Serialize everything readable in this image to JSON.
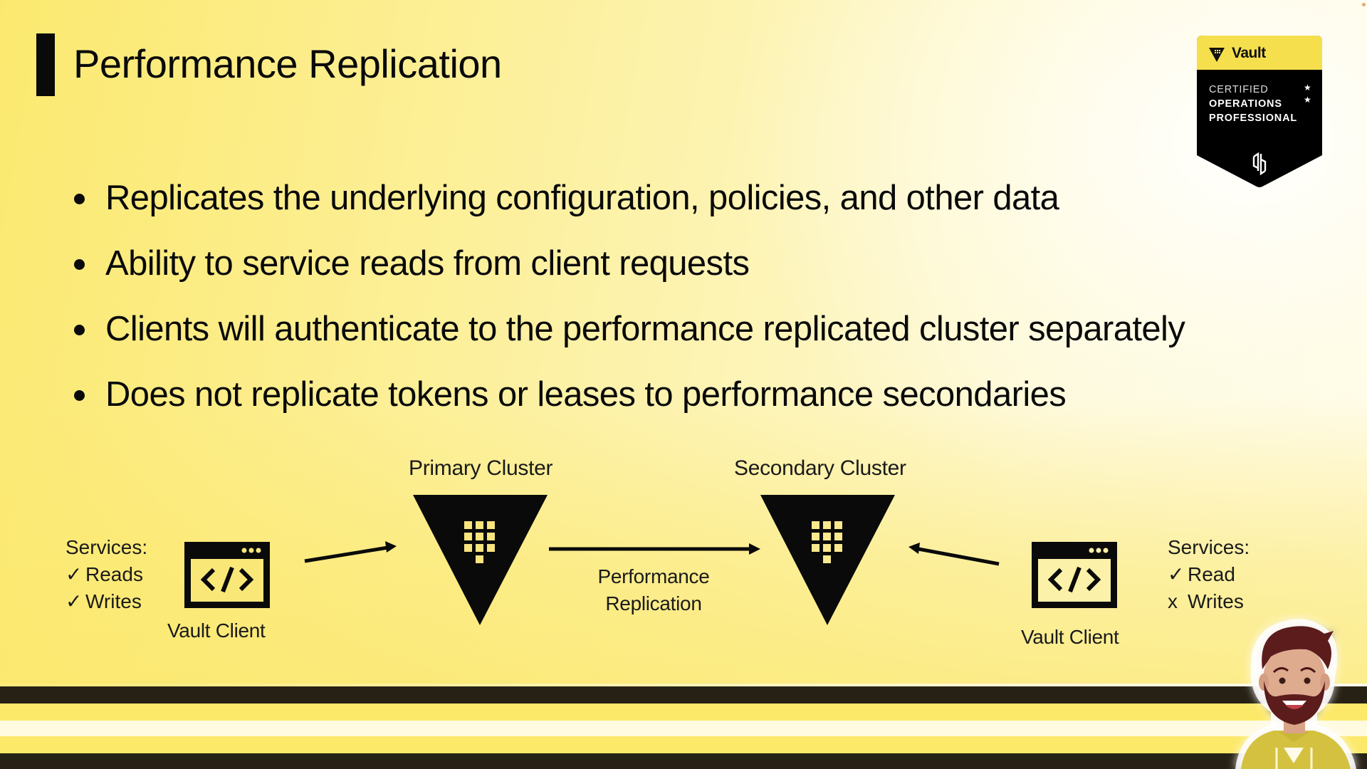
{
  "slide": {
    "title": "Performance Replication",
    "bullets": [
      "Replicates the underlying configuration, policies, and other data",
      "Ability to service reads from client requests",
      "Clients will authenticate to the performance replicated cluster separately",
      "Does not replicate tokens or leases to performance secondaries"
    ]
  },
  "badge": {
    "brand": "Vault",
    "lines": [
      "CERTIFIED",
      "OPERATIONS",
      "PROFESSIONAL"
    ],
    "stars": 2,
    "logo_icon": "hashicorp-logo-icon",
    "colors": {
      "top": "#f5df4d",
      "body": "#000000"
    }
  },
  "diagram": {
    "left_client": {
      "services_title": "Services:",
      "services": [
        {
          "mark": "✓",
          "label": "Reads"
        },
        {
          "mark": "✓",
          "label": "Writes"
        }
      ],
      "label": "Vault Client",
      "icon": "code-window-icon"
    },
    "primary": {
      "label": "Primary Cluster",
      "icon": "vault-triangle-icon"
    },
    "replication": {
      "line1": "Performance",
      "line2": "Replication"
    },
    "secondary": {
      "label": "Secondary Cluster",
      "icon": "vault-triangle-icon"
    },
    "right_client": {
      "services_title": "Services:",
      "services": [
        {
          "mark": "✓",
          "label": "Read"
        },
        {
          "mark": "x",
          "label": "Writes"
        }
      ],
      "label": "Vault Client",
      "icon": "code-window-icon"
    }
  },
  "colors": {
    "background_yellow": "#fbe96f",
    "stripe_dark": "#272115",
    "stripe_yellow": "#fce96a",
    "text": "#0a0a0a"
  }
}
